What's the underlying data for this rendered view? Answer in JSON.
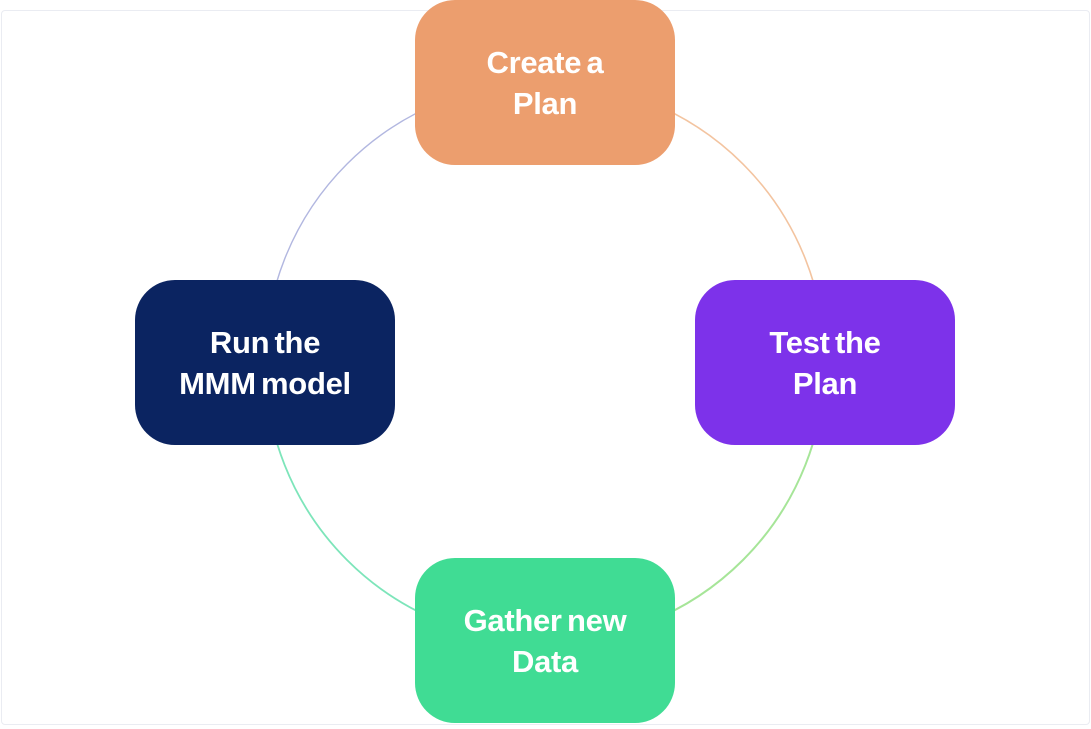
{
  "page": {
    "background": "#ffffff",
    "frame_border_color": "#eaecf2"
  },
  "diagram": {
    "type": "cycle",
    "text_color": "#ffffff",
    "nodes": [
      {
        "id": "create-a-plan",
        "position": "top",
        "color": "#EC9E6E",
        "line1": "Create a",
        "line2": "Plan"
      },
      {
        "id": "test-the-plan",
        "position": "right",
        "color": "#7D32EA",
        "line1": "Test the",
        "line2": "Plan"
      },
      {
        "id": "gather-new-data",
        "position": "bottom",
        "color": "#40DC94",
        "line1": "Gather new",
        "line2": "Data"
      },
      {
        "id": "run-the-mmm-model",
        "position": "left",
        "color": "#0B2461",
        "line1": "Run the",
        "line2": "MMM model"
      }
    ],
    "arcs": [
      {
        "id": "arc-west-to-north",
        "color": "#b2b7e0"
      },
      {
        "id": "arc-north-to-east",
        "color": "#f3c4a0"
      },
      {
        "id": "arc-east-to-south",
        "color": "#a6e598"
      },
      {
        "id": "arc-south-to-west",
        "color": "#7de5ba"
      }
    ]
  }
}
